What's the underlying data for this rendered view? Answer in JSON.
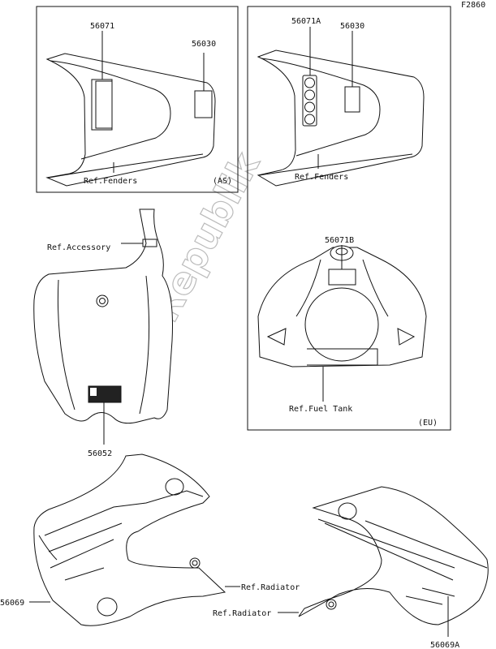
{
  "figure_code": "F2860",
  "watermark": "PartsRepublik",
  "panels": {
    "as": {
      "region": "(AS)",
      "parts": [
        "56071",
        "56030"
      ],
      "ref": "Ref.Fenders"
    },
    "eu": {
      "region": "(EU)",
      "parts": [
        "56071A",
        "56030",
        "56071B"
      ],
      "ref_fenders": "Ref.Fenders",
      "ref_tank": "Ref.Fuel Tank"
    }
  },
  "front_plate": {
    "ref": "Ref.Accessory",
    "part": "56052"
  },
  "shrouds": {
    "left_part": "56069",
    "right_part": "56069A",
    "left_ref": "Ref.Radiator",
    "right_ref": "Ref.Radiator"
  }
}
